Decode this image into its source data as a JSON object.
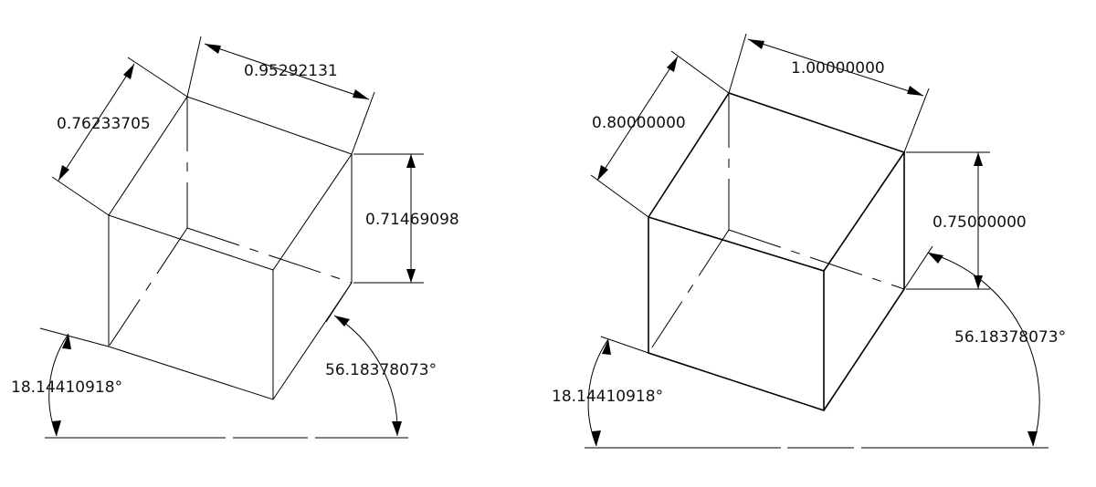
{
  "left_view": {
    "dim_top": "0.95292131",
    "dim_left": "0.76233705",
    "dim_right": "0.71469098",
    "angle_left": "18.14410918°",
    "angle_right": "56.18378073°"
  },
  "right_view": {
    "dim_top": "1.00000000",
    "dim_left": "0.80000000",
    "dim_right": "0.75000000",
    "angle_left": "18.14410918°",
    "angle_right": "56.18378073°"
  }
}
